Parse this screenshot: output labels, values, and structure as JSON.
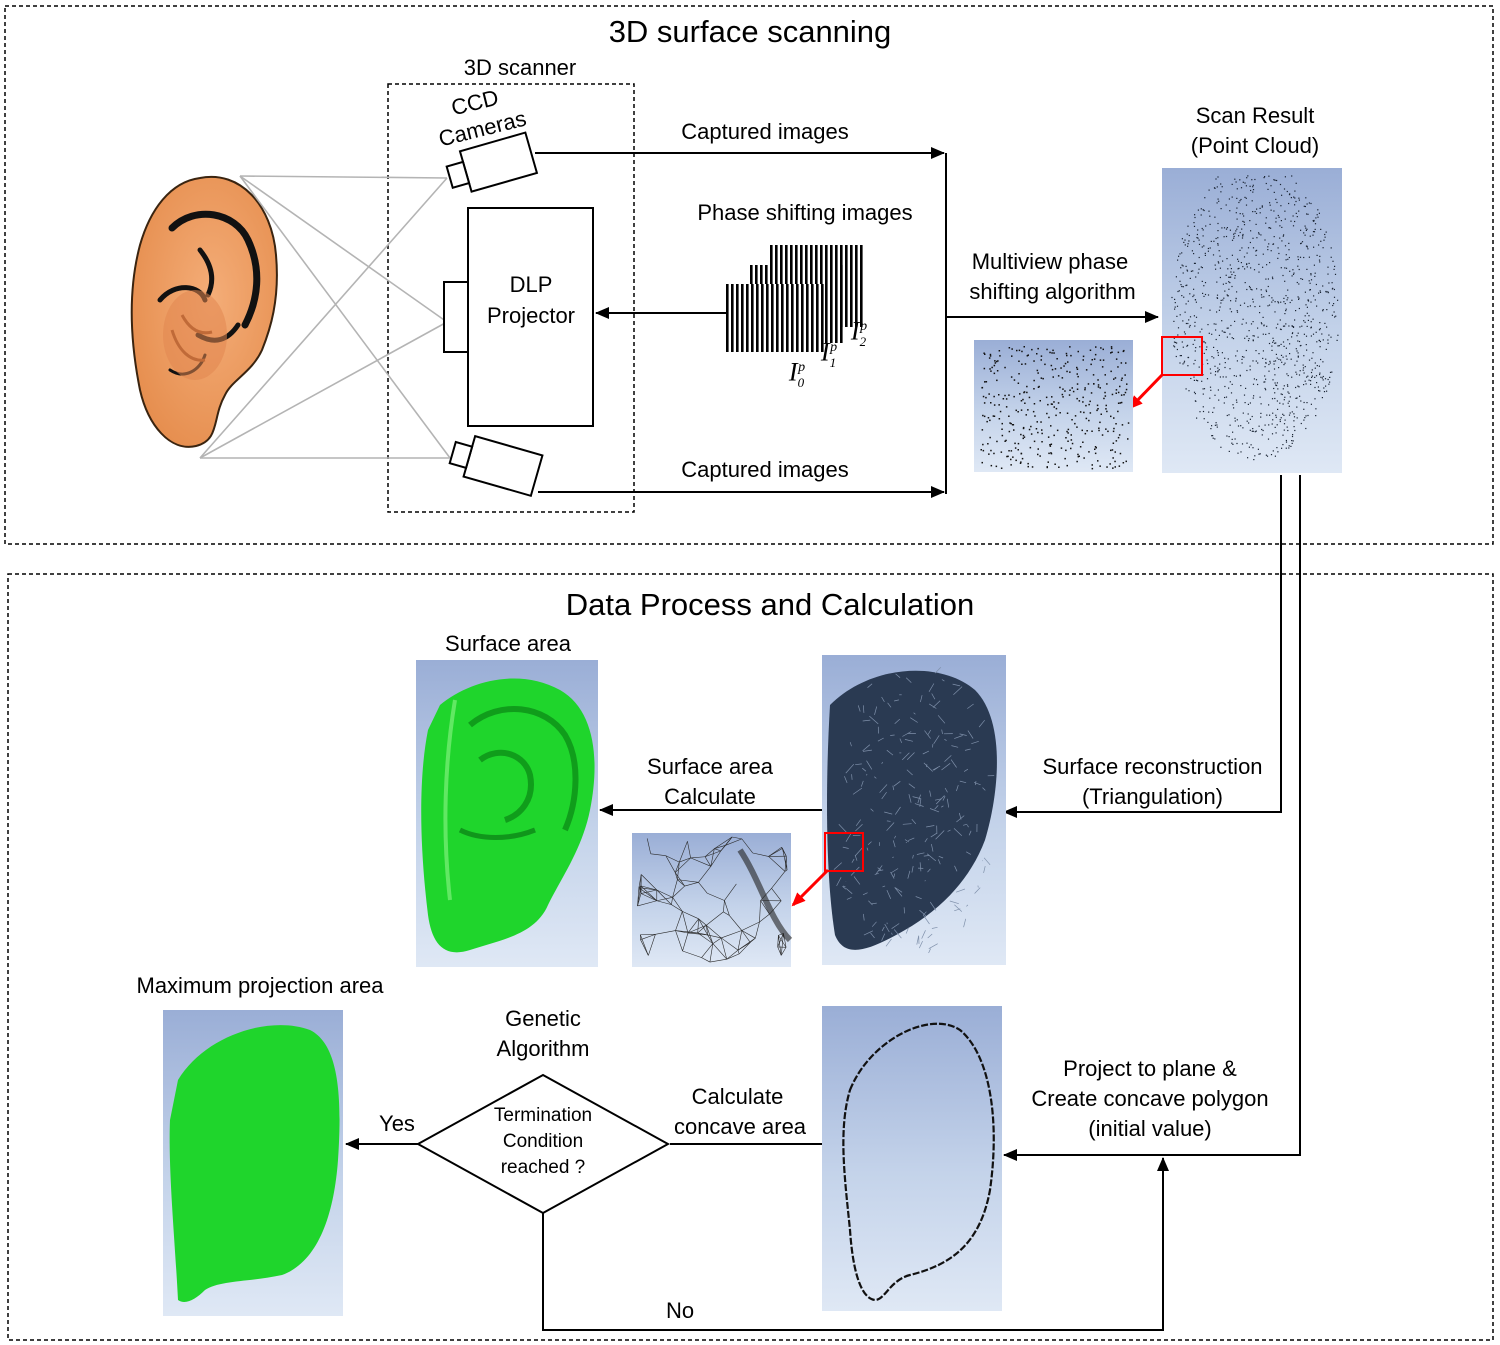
{
  "sections": {
    "scanning_title": "3D surface scanning",
    "processing_title": "Data Process and Calculation"
  },
  "scanner": {
    "title": "3D scanner",
    "cameras_line1": "CCD",
    "cameras_line2": "Cameras",
    "projector_line1": "DLP",
    "projector_line2": "Projector"
  },
  "flow": {
    "captured_top": "Captured images",
    "captured_bottom": "Captured images",
    "phase_shifting": "Phase shifting images",
    "multiview_line1": "Multiview phase",
    "multiview_line2": "shifting algorithm",
    "scan_result_line1": "Scan Result",
    "scan_result_line2": "(Point Cloud)",
    "surface_recon_line1": "Surface reconstruction",
    "surface_recon_line2": "(Triangulation)",
    "surface_area_calc_line1": "Surface area",
    "surface_area_calc_line2": "Calculate",
    "surface_area": "Surface area",
    "project_line1": "Project to plane &",
    "project_line2": "Create concave polygon",
    "project_line3": "(initial value)",
    "calc_concave_line1": "Calculate",
    "calc_concave_line2": "concave area",
    "genetic_line1": "Genetic",
    "genetic_line2": "Algorithm",
    "decision_line1": "Termination",
    "decision_line2": "Condition",
    "decision_line3": "reached ?",
    "yes": "Yes",
    "no": "No",
    "max_projection": "Maximum projection area"
  },
  "phase_labels": {
    "i0": "I",
    "i0_sub": "0",
    "i0_sup": "p",
    "i1": "I",
    "i1_sub": "1",
    "i1_sup": "p",
    "i2": "I",
    "i2_sub": "2",
    "i2_sup": "p"
  },
  "colors": {
    "ear_skin": "#f0a066",
    "ear_shade": "#d9834a",
    "mesh_green": "#1fd52c",
    "highlight_red": "#ff0000",
    "panel_top": "#9aaed6",
    "panel_bottom": "#dfe8f5"
  }
}
